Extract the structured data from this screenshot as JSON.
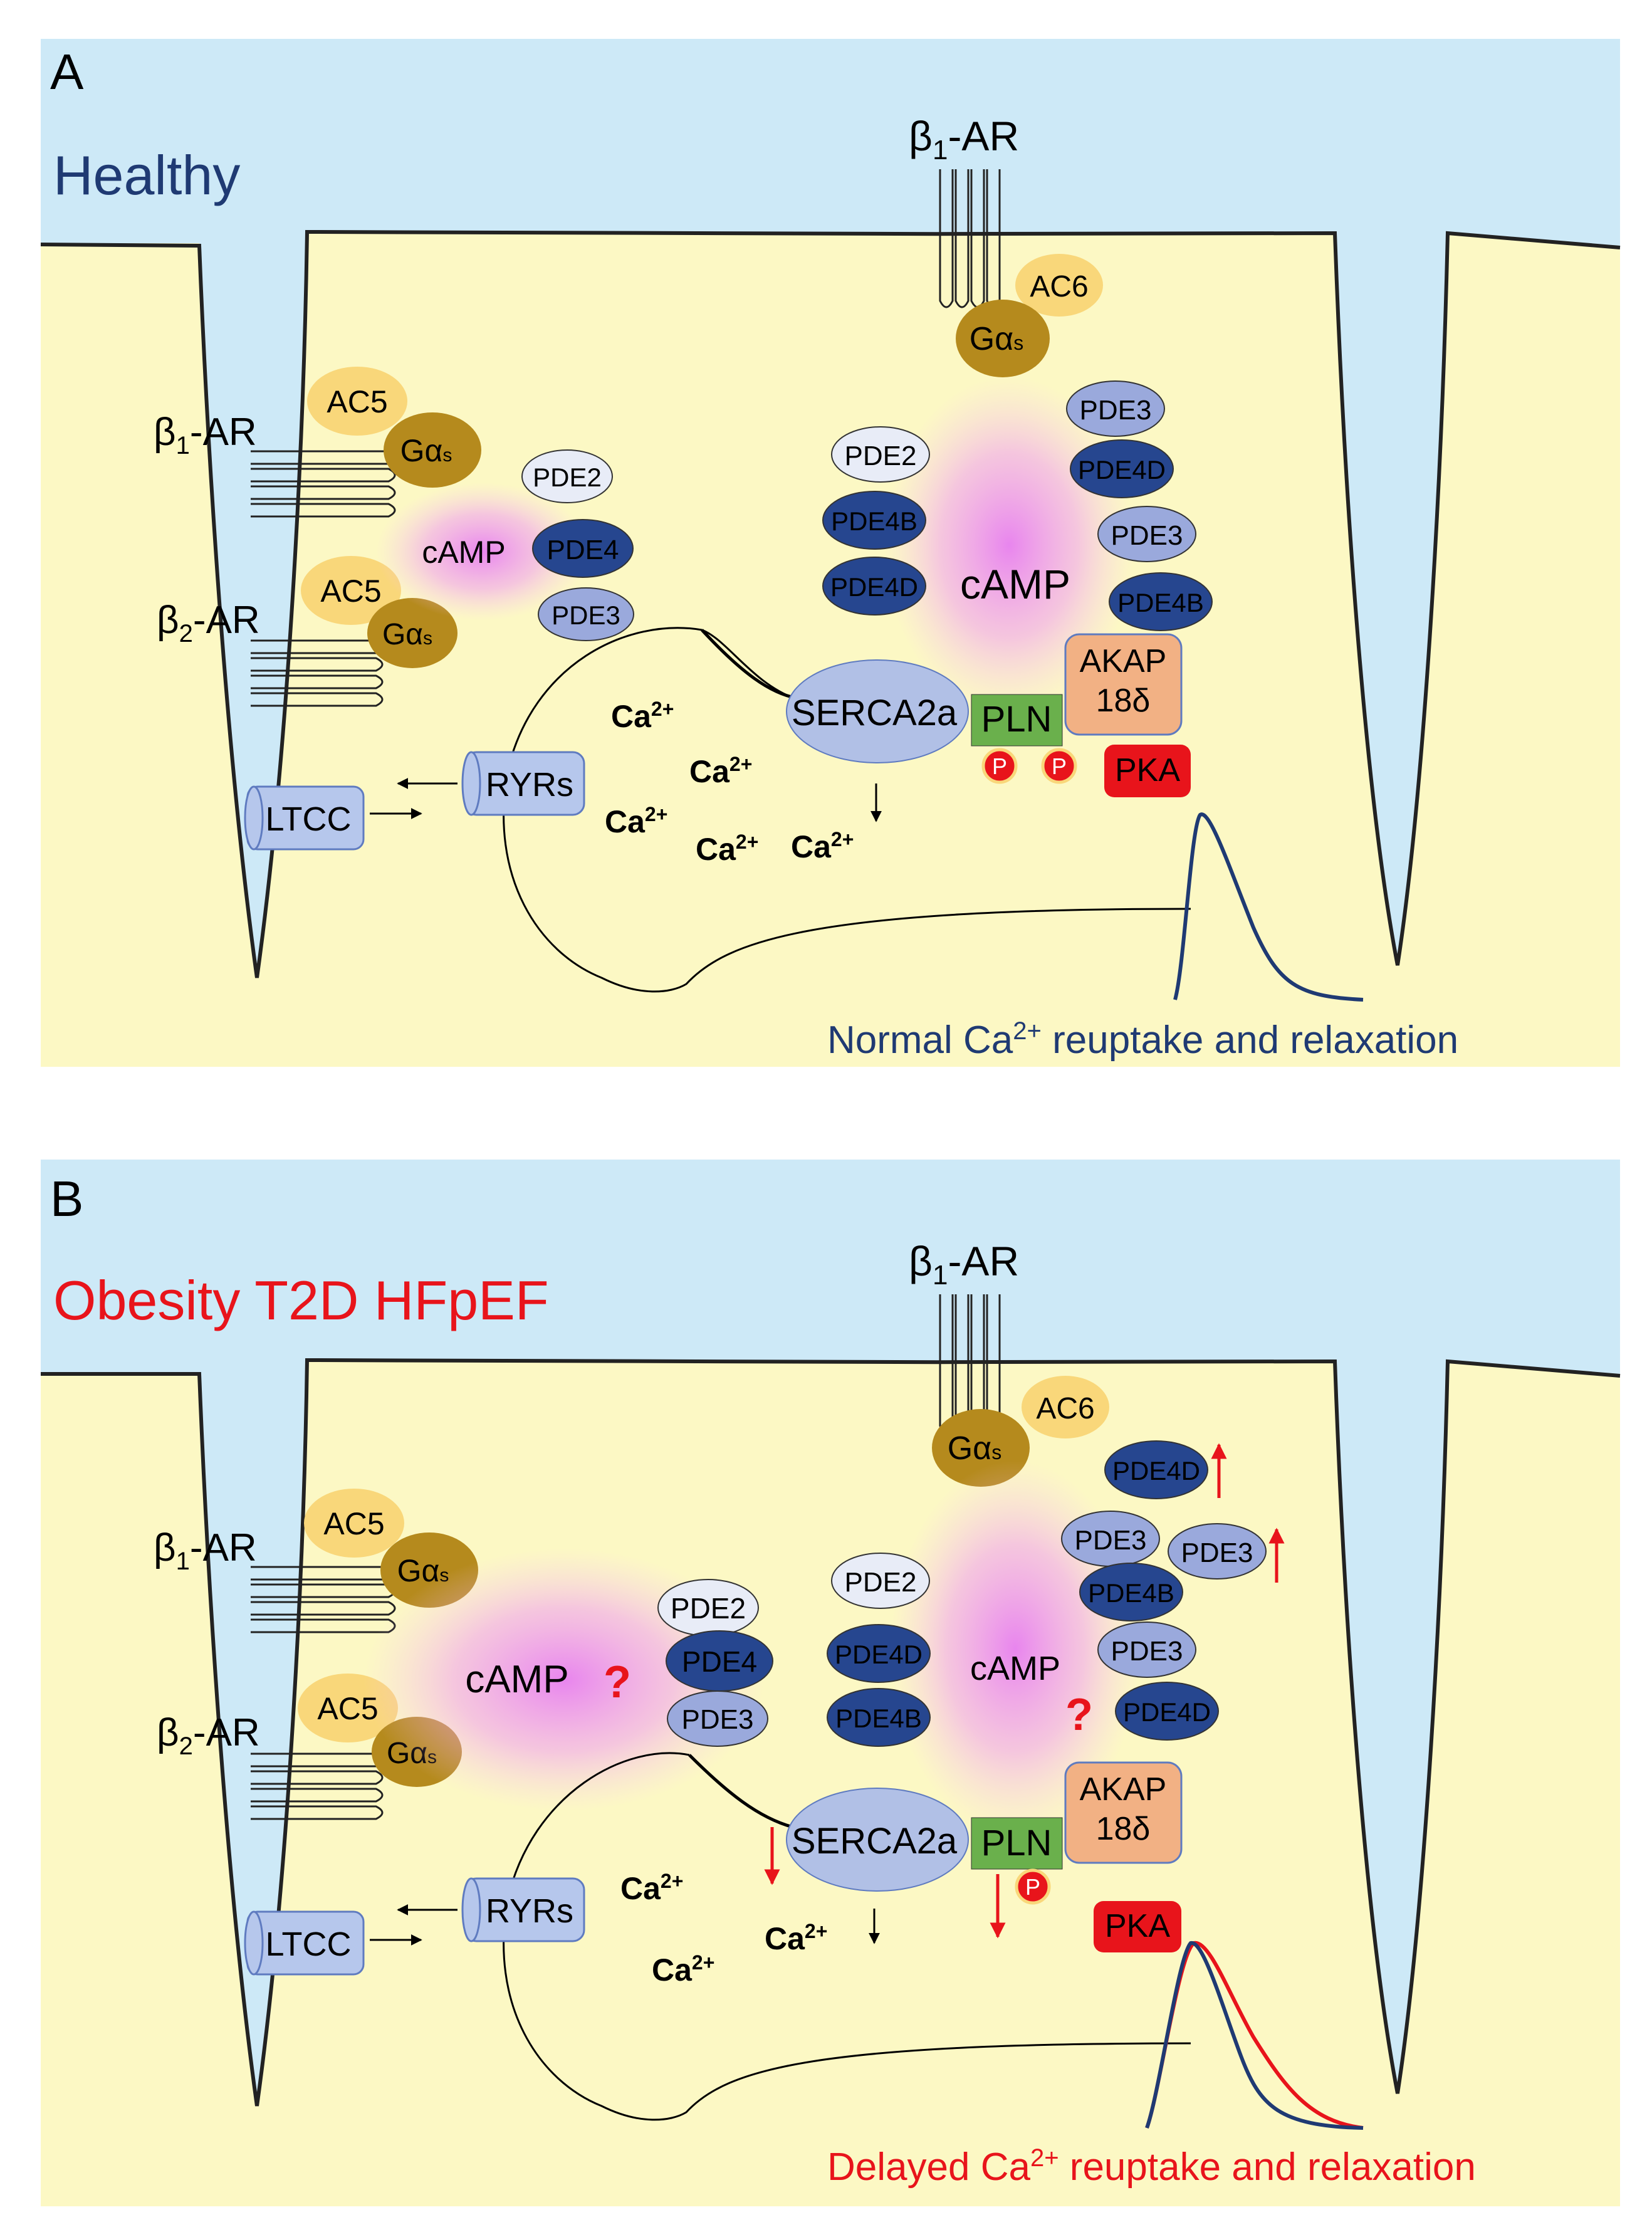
{
  "panels": [
    {
      "letter": "A",
      "condition": "Healthy",
      "condition_color": "#1f3a73",
      "top_receptor": {
        "label": "β",
        "sub": "1",
        "suffix": "-AR"
      },
      "ac6": "AC6",
      "gas": {
        "main": "Gα",
        "sub": "s"
      },
      "left_receptors": [
        {
          "label": "β",
          "sub": "1",
          "suffix": "-AR",
          "ac": "AC5"
        },
        {
          "label": "β",
          "sub": "2",
          "suffix": "-AR",
          "ac": "AC5"
        }
      ],
      "left_pdes": [
        "PDE2",
        "PDE4",
        "PDE3"
      ],
      "left_camp": "cAMP",
      "center_pdes": [
        "PDE2",
        "PDE4B",
        "PDE4D"
      ],
      "right_pdes": [
        "PDE3",
        "PDE4D",
        "PDE3",
        "PDE4B"
      ],
      "center_camp": "cAMP",
      "serca": "SERCA2a",
      "pln": "PLN",
      "akap": [
        "AKAP",
        "18δ"
      ],
      "pka": "PKA",
      "phospho": "P",
      "ryrs": "RYRs",
      "ltcc": "LTCC",
      "ca": {
        "main": "Ca",
        "sup": "2+"
      },
      "caption": {
        "before": "Normal Ca",
        "sup": "2+",
        "after": " reuptake and relaxation"
      },
      "caption_color": "#1f3a73"
    },
    {
      "letter": "B",
      "condition": "Obesity T2D HFpEF",
      "condition_color": "#e8141b",
      "top_receptor": {
        "label": "β",
        "sub": "1",
        "suffix": "-AR"
      },
      "ac6": "AC6",
      "gas": {
        "main": "Gα",
        "sub": "s"
      },
      "left_receptors": [
        {
          "label": "β",
          "sub": "1",
          "suffix": "-AR",
          "ac": "AC5"
        },
        {
          "label": "β",
          "sub": "2",
          "suffix": "-AR",
          "ac": "AC5"
        }
      ],
      "left_pdes": [
        "PDE2",
        "PDE4",
        "PDE3"
      ],
      "left_camp": "cAMP",
      "center_pdes": [
        "PDE2",
        "PDE4D",
        "PDE4B"
      ],
      "right_pdes": [
        "PDE4D",
        "PDE3",
        "PDE3",
        "PDE4B",
        "PDE3",
        "PDE4D"
      ],
      "center_camp": "cAMP",
      "question": "?",
      "serca": "SERCA2a",
      "pln": "PLN",
      "akap": [
        "AKAP",
        "18δ"
      ],
      "pka": "PKA",
      "phospho": "P",
      "ryrs": "RYRs",
      "ltcc": "LTCC",
      "ca": {
        "main": "Ca",
        "sup": "2+"
      },
      "caption": {
        "before": "Delayed Ca",
        "sup": "2+",
        "after": " reuptake and relaxation"
      },
      "caption_color": "#e8141b"
    }
  ],
  "colors": {
    "extracellular": "#cde9f7",
    "cytoplasm": "#fcf8c4",
    "ac": "#f9d77a",
    "gas": "#b58a1d",
    "pde_light": "#e8ecf7",
    "pde_mid": "#9aa9dc",
    "pde_dark": "#26468f",
    "camp_glow": "#e77ff0",
    "serca": "#b1c0e6",
    "pln": "#6ab04c",
    "akap": "#f2b184",
    "pka": "#e8141b",
    "channel": "#b6c7ec",
    "healthy_trace": "#1f3a73",
    "disease_trace": "#e8141b",
    "change_arrow": "#e8141b"
  }
}
